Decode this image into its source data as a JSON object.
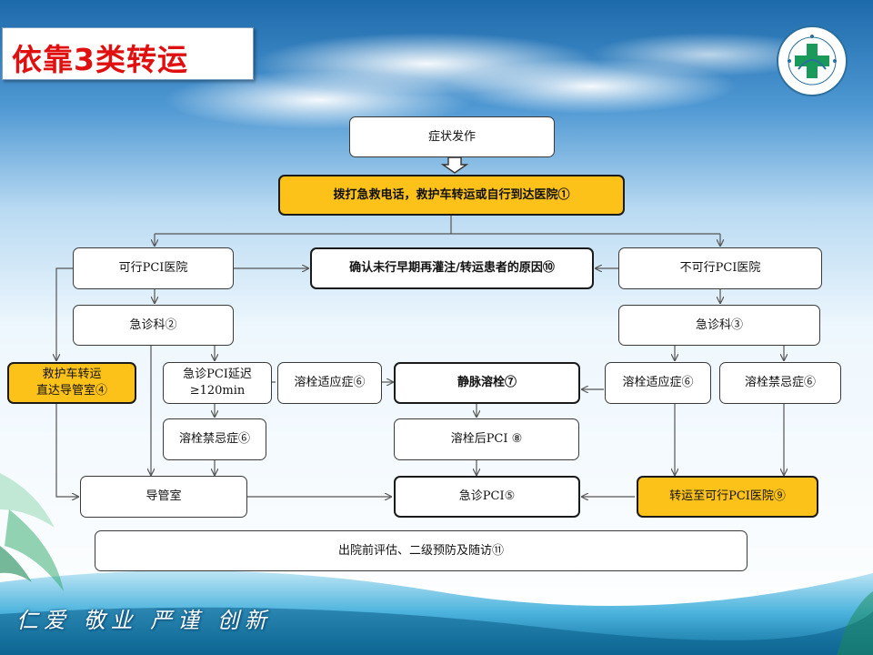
{
  "slide": {
    "title": "依靠3类转运",
    "slogan": "仁爱 敬业 严谨 创新"
  },
  "colors": {
    "title_red": "#e01010",
    "highlight_yellow": "#fcc21a",
    "sky_top": "#1f6fae",
    "sky_bottom": "#e9f5fd"
  },
  "flowchart": {
    "onset": "症状发作",
    "call_ems": "拨打急救电话，救护车转运或自行到达医院①",
    "pci_capable_hospital": "可行PCI医院",
    "confirm_reason": "确认未行早期再灌注/转运患者的原因⑩",
    "non_pci_hospital": "不可行PCI医院",
    "emergency_dept_left": "急诊科②",
    "emergency_dept_right": "急诊科③",
    "ambulance_direct": "救护车转运\n直达导管室④",
    "pci_delay": "急诊PCI延迟\n≥120min",
    "lytic_indication_left": "溶栓适应症⑥",
    "iv_thrombolysis": "静脉溶栓⑦",
    "lytic_indication_right": "溶栓适应症⑥",
    "lytic_contra_right": "溶栓禁忌症⑥",
    "lytic_contra_left": "溶栓禁忌症⑥",
    "post_lytic_pci": "溶栓后PCI ⑧",
    "cath_lab": "导管室",
    "emergency_pci": "急诊PCI⑤",
    "transfer_to_pci": "转运至可行PCI医院⑨",
    "discharge": "出院前评估、二级预防及随访⑪"
  }
}
